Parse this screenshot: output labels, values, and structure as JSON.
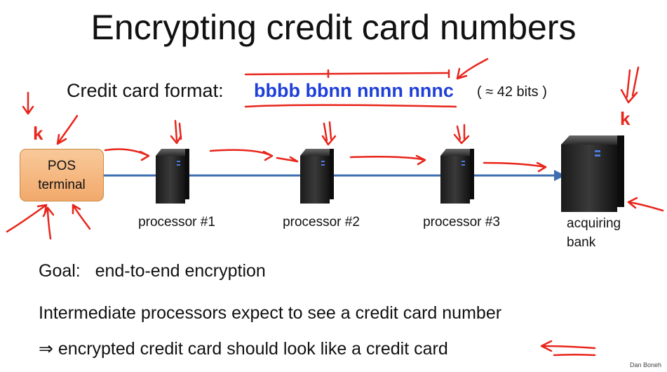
{
  "title": "Encrypting credit card numbers",
  "format": {
    "label": "Credit card format:",
    "value": "bbbb bbnn nnnn nnnc",
    "bits": "( ≈ 42 bits )"
  },
  "key_label": "k",
  "pos_terminal": "POS\nterminal",
  "nodes": [
    {
      "label": "processor #1"
    },
    {
      "label": "processor #2"
    },
    {
      "label": "processor #3"
    },
    {
      "label": "acquiring\nbank"
    }
  ],
  "goal": "Goal:   end-to-end encryption",
  "expect": "Intermediate processors expect to see a credit card number",
  "implies": "⇒  encrypted credit card should look like a credit card",
  "author": "Dan Boneh",
  "colors": {
    "blue_text": "#1f3fd8",
    "ink": "#e8251b",
    "flow_line": "#3f6fb0"
  }
}
